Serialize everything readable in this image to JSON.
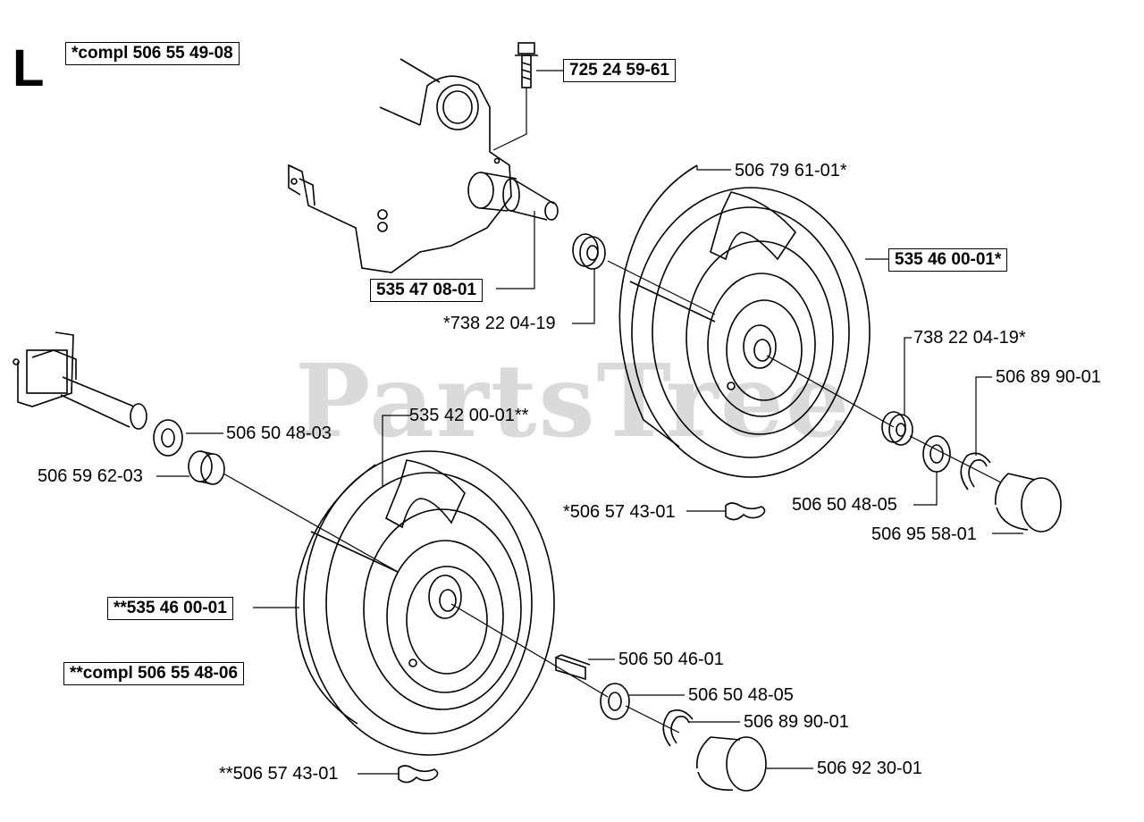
{
  "section_letter": "L",
  "watermark": "PartsTree",
  "boxed_labels": {
    "compl_upper": "*compl 506 55 49-08",
    "bolt": "725 24 59-61",
    "axle_upper": "535 47 08-01",
    "wheel_upper": "535 46 00-01*",
    "wheel_lower": "**535 46 00-01",
    "compl_lower": "**compl 506 55 48-06"
  },
  "labels": {
    "tire_upper": "506 79 61-01*",
    "bearing_upper_inner": "*738 22 04-19",
    "bearing_upper_outer": "738 22 04-19*",
    "clip_upper": "506 89 90-01",
    "tire_lower": "535 42 00-01**",
    "washer_lower_inner": "506 50 48-03",
    "bushing_lower": "506 59 62-03",
    "pin_upper": "*506 57 43-01",
    "washer_upper_outer": "506 50 48-05",
    "cap_upper": "506 95 58-01",
    "key_lower": "506 50 46-01",
    "washer_lower_outer": "506 50 48-05",
    "clip_lower": "506 89 90-01",
    "pin_lower": "**506 57 43-01",
    "cap_lower": "506 92 30-01"
  }
}
